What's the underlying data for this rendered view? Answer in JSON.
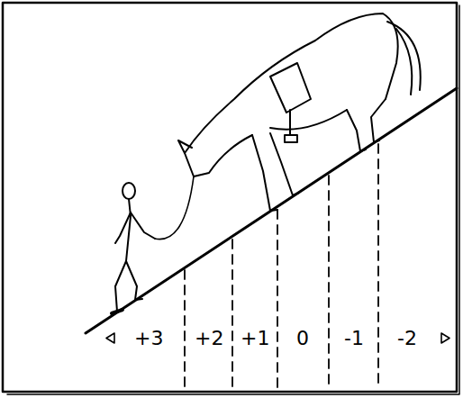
{
  "diagram": {
    "labels": [
      "+3",
      "+2",
      "+1",
      "0",
      "-1",
      "-2"
    ]
  }
}
